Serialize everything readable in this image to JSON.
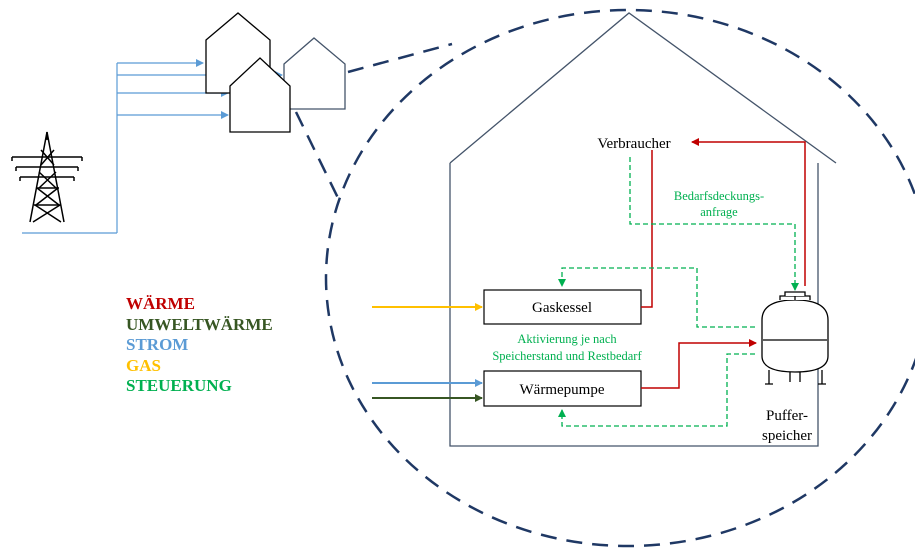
{
  "labels": {
    "consumer": "Verbraucher",
    "demand_request_line1": "Bedarfsdeckungs-",
    "demand_request_line2": "anfrage",
    "gas_boiler": "Gaskessel",
    "activation_line1": "Aktivierung je nach",
    "activation_line2": "Speicherstand und Restbedarf",
    "heat_pump": "Wärmepumpe",
    "buffer_line1": "Puffer-",
    "buffer_line2": "speicher"
  },
  "legend": [
    {
      "label": "WÄRME",
      "color": "#c00000"
    },
    {
      "label": "UMWELTWÄRME",
      "color": "#375623"
    },
    {
      "label": "STROM",
      "color": "#5b9bd5"
    },
    {
      "label": "GAS",
      "color": "#ffc000"
    },
    {
      "label": "STEUERUNG",
      "color": "#00b050"
    }
  ],
  "colors": {
    "heat": "#c00000",
    "ambient_heat": "#375623",
    "power": "#5b9bd5",
    "gas": "#ffc000",
    "control": "#00b050",
    "outline": "#1f3864",
    "building": "#44546a"
  }
}
